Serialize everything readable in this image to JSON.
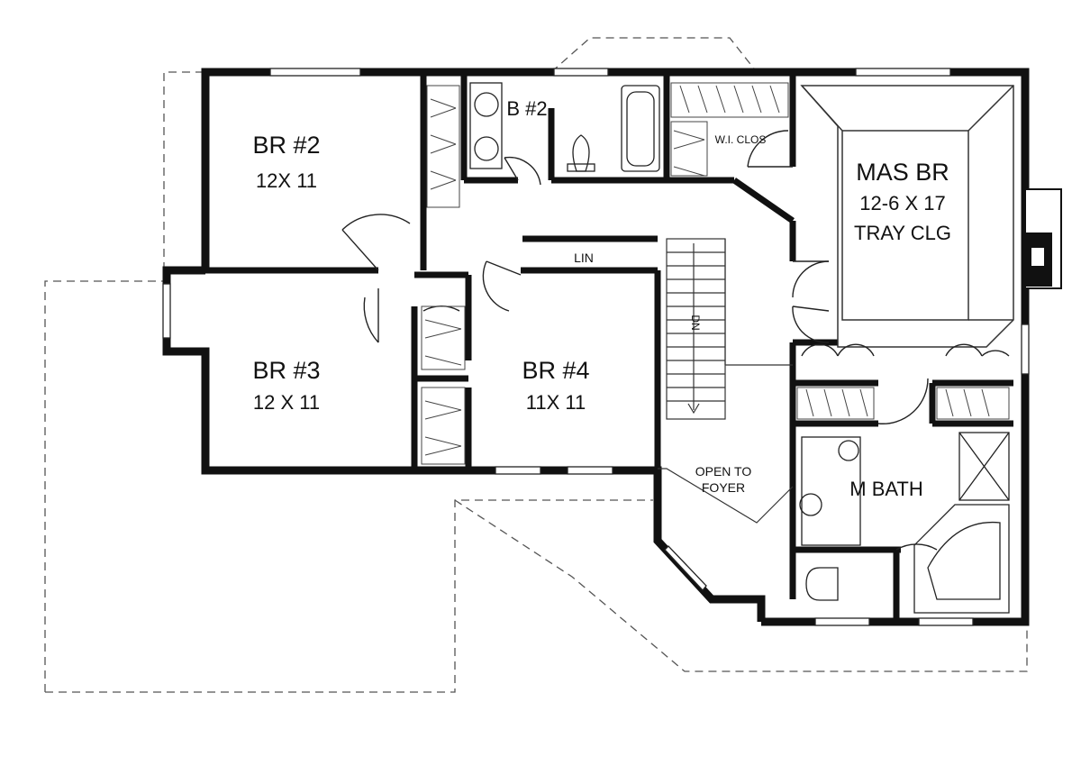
{
  "rooms": {
    "br2": {
      "name": "BR #2",
      "size": "12X 11"
    },
    "bath2": {
      "name": "B #2"
    },
    "wic": {
      "name": "W.I. CLOS"
    },
    "master": {
      "name": "MAS BR",
      "size": "12-6 X 17",
      "note": "TRAY CLG"
    },
    "br3": {
      "name": "BR #3",
      "size": "12 X 11"
    },
    "br4": {
      "name": "BR #4",
      "size": "11X 11"
    },
    "linen": {
      "name": "LIN"
    },
    "stair": {
      "direction": "DN"
    },
    "open_foyer": {
      "line1": "OPEN TO",
      "line2": "FOYER"
    },
    "mbath": {
      "name": "M BATH"
    }
  }
}
